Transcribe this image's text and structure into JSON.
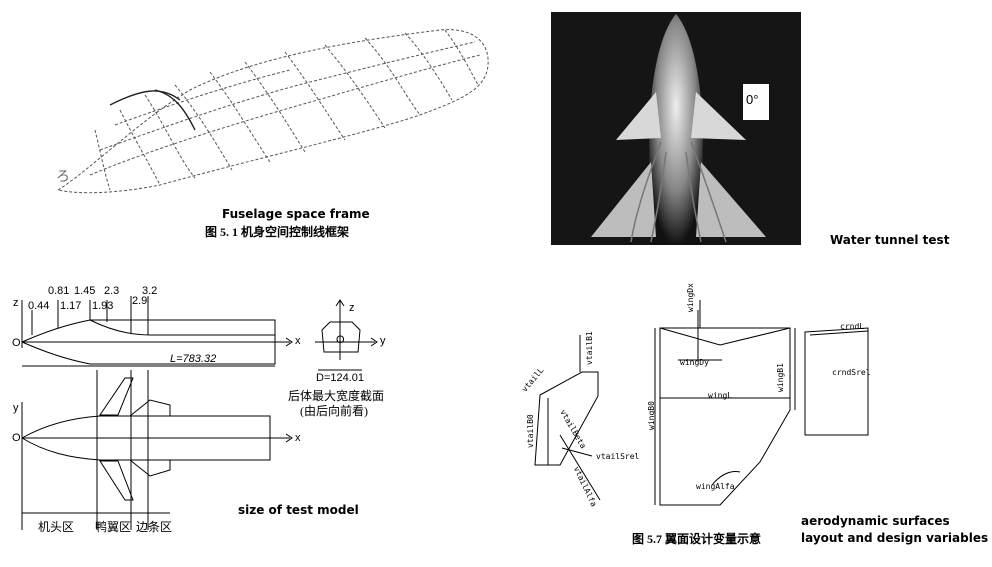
{
  "figure1": {
    "caption_en": "Fuselage space frame",
    "caption_cn": "图 5. 1  机身空间控制线框架",
    "mark": "ろ"
  },
  "figure2": {
    "caption_en": "Water tunnel test",
    "angle_label": "0°"
  },
  "figure3": {
    "caption_en": "size of test model",
    "top_dims": [
      "0.81",
      "1.45",
      "2.3",
      "3.2"
    ],
    "bottom_dims": [
      "0.44",
      "1.17",
      "1.93",
      "2.9"
    ],
    "length_label": "L=783.32",
    "diameter_label": "D=124.01",
    "axis_z": "z",
    "axis_y": "y",
    "axis_x": "x",
    "origin": "O",
    "section_note_1": "后体最大宽度截面",
    "section_note_2": "(由后向前看)",
    "zones": [
      "机头区",
      "鸭翼区",
      "边条区"
    ]
  },
  "figure4": {
    "caption_en_1": "aerodynamic surfaces",
    "caption_en_2": "layout and design variables",
    "caption_cn": "图 5.7  翼面设计变量示意",
    "labels": {
      "wingDx": "wingDx",
      "wingDy": "wingDy",
      "wingB1": "wingB1",
      "wingL": "wingL",
      "wingB0": "wingB0",
      "wingAlfa": "wingAlfa",
      "crndL": "crndL",
      "crndSrel": "crndSrel",
      "vtailB1": "vtailB1",
      "vtailL": "vtailL",
      "vtailB0": "vtailB0",
      "vtailBeta": "vtailBeta",
      "vtailSrel": "vtailSrel",
      "vtailAlfa": "vtailAlfa"
    }
  }
}
